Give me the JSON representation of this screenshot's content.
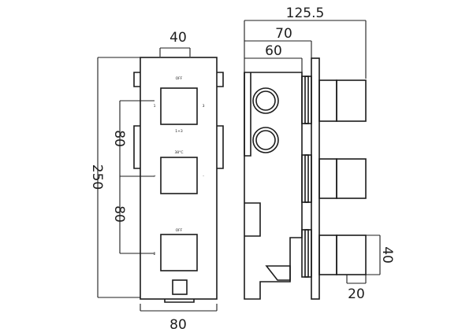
{
  "front_view": {
    "dim_width_top": "40",
    "dim_height_total": "250",
    "dim_spacing_upper": "80",
    "dim_spacing_lower": "80",
    "dim_width_bottom": "80",
    "knob1_label_top": "OFF",
    "knob1_label_left": "1",
    "knob1_label_right": "3",
    "knob1_label_bottom": "1+3",
    "knob2_label_top": "38°C",
    "knob2_label_left": "+",
    "knob2_label_right": "-",
    "knob3_label_top": "OFF",
    "knob3_label_left": "2"
  },
  "side_view": {
    "dim_total_depth": "125.5",
    "dim_depth_70": "70",
    "dim_depth_60": "60",
    "dim_knob_diameter": "40",
    "dim_knob_length": "20"
  }
}
